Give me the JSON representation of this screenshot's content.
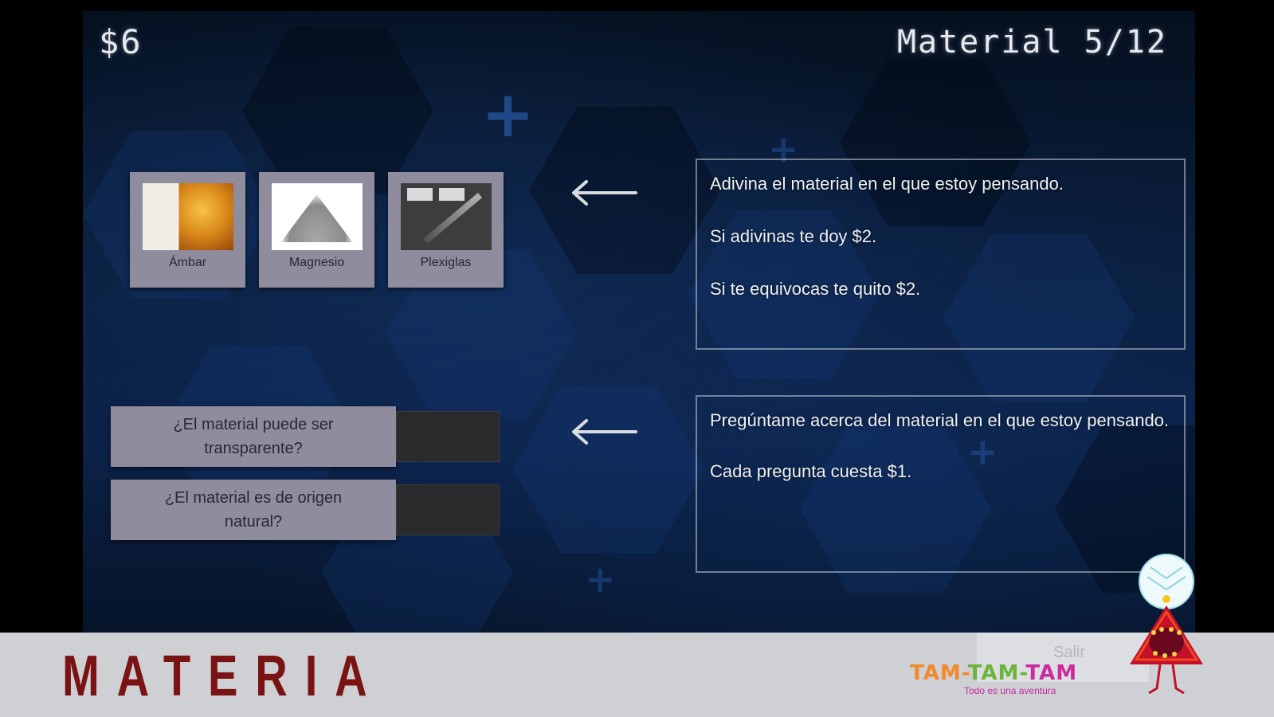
{
  "hud": {
    "money": "$6",
    "progress": "Material 5/12"
  },
  "materials": [
    {
      "name": "Ámbar",
      "image": "amber-image"
    },
    {
      "name": "Magnesio",
      "image": "magnesium-image"
    },
    {
      "name": "Plexiglas",
      "image": "plexiglass-image"
    }
  ],
  "guess_panel": {
    "line1": "Adivina el material en el que estoy pensando.",
    "line2": "Si adivinas te doy $2.",
    "line3": "Si te equivocas te quito $2."
  },
  "question_panel": {
    "line1": "Pregúntame acerca del material en el que estoy pensando.",
    "line2": "Cada pregunta cuesta $1."
  },
  "questions": [
    {
      "text": "¿El material puede ser transparente?",
      "answer": ""
    },
    {
      "text": "¿El material es de origen natural?",
      "answer": ""
    }
  ],
  "icons": {
    "arrow_guess": "arrow-left-icon",
    "arrow_question": "arrow-left-icon"
  },
  "footer": {
    "brand": "MATERIA",
    "exit_label": "Salir",
    "logo_part1": "TAM-",
    "logo_part2": "TAM-",
    "logo_part3": "TAM",
    "tagline": "Todo es una aventura"
  },
  "colors": {
    "brand": "#7a1414",
    "card_bg": "#8e8c9d",
    "logo_orange": "#f08a2a",
    "logo_green": "#6bb43c",
    "logo_magenta": "#cc2aa0"
  }
}
